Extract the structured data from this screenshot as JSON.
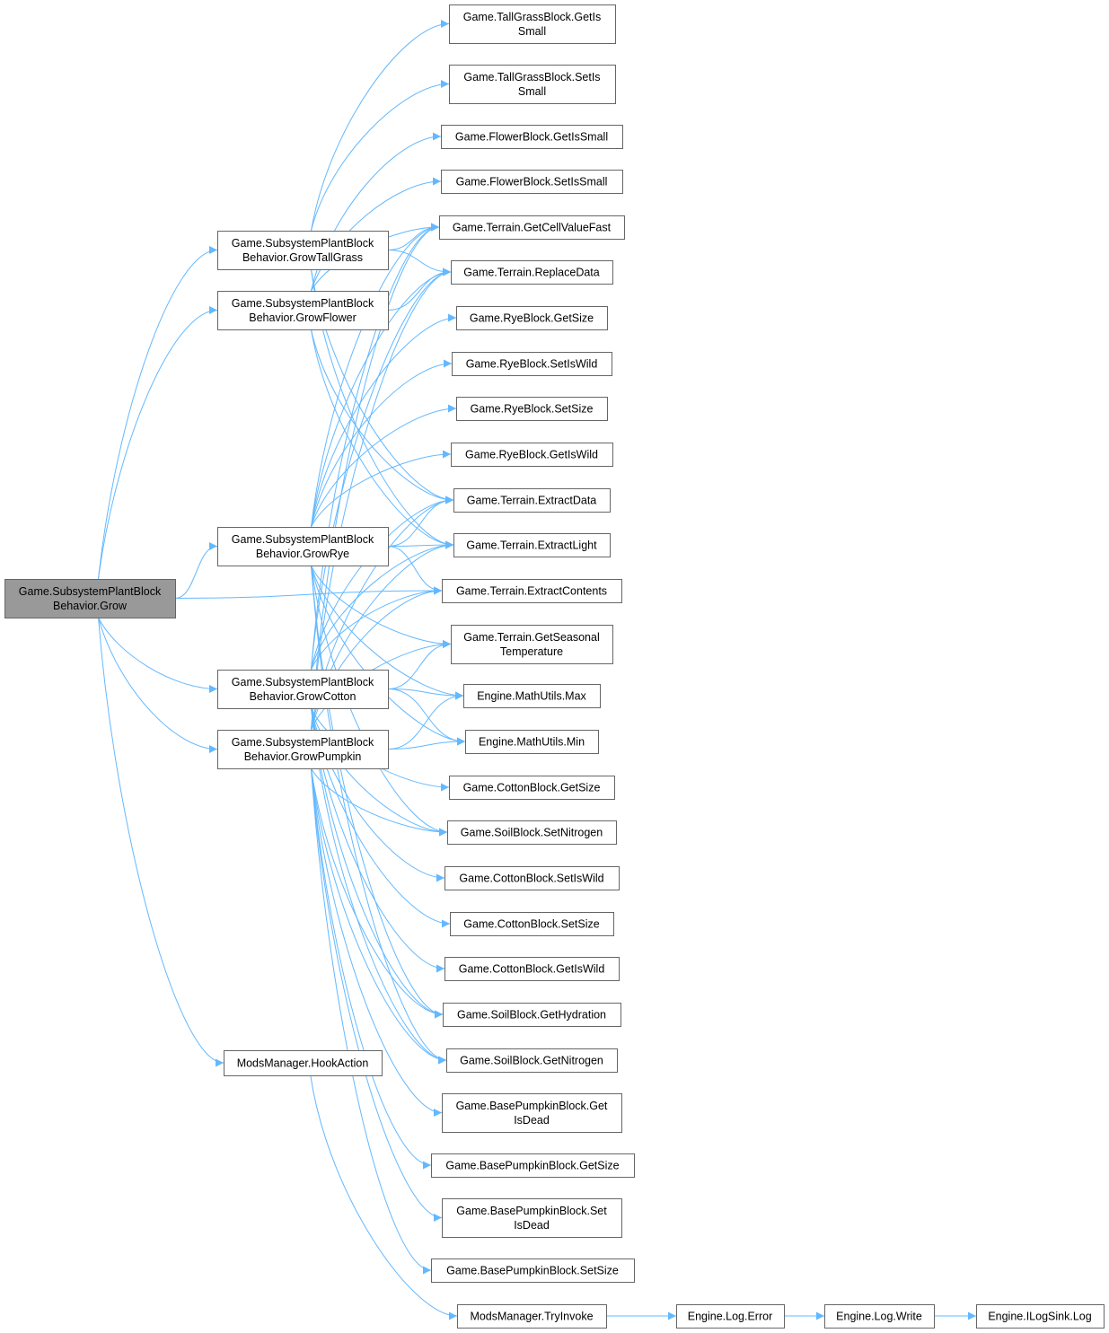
{
  "colors": {
    "edge": "#63b8ff",
    "node_fill": "#ffffff",
    "root_fill": "#999999",
    "border": "#666666"
  },
  "nodes": [
    {
      "id": "grow",
      "lines": [
        "Game.SubsystemPlantBlock",
        "Behavior.Grow"
      ],
      "root": true
    },
    {
      "id": "tallgrass",
      "lines": [
        "Game.SubsystemPlantBlock",
        "Behavior.GrowTallGrass"
      ]
    },
    {
      "id": "flower",
      "lines": [
        "Game.SubsystemPlantBlock",
        "Behavior.GrowFlower"
      ]
    },
    {
      "id": "rye",
      "lines": [
        "Game.SubsystemPlantBlock",
        "Behavior.GrowRye"
      ]
    },
    {
      "id": "cotton",
      "lines": [
        "Game.SubsystemPlantBlock",
        "Behavior.GrowCotton"
      ]
    },
    {
      "id": "pumpkin",
      "lines": [
        "Game.SubsystemPlantBlock",
        "Behavior.GrowPumpkin"
      ]
    },
    {
      "id": "hook",
      "lines": [
        "ModsManager.HookAction"
      ]
    },
    {
      "id": "tg_get",
      "lines": [
        "Game.TallGrassBlock.GetIs",
        "Small"
      ]
    },
    {
      "id": "tg_set",
      "lines": [
        "Game.TallGrassBlock.SetIs",
        "Small"
      ]
    },
    {
      "id": "fl_get",
      "lines": [
        "Game.FlowerBlock.GetIsSmall"
      ]
    },
    {
      "id": "fl_set",
      "lines": [
        "Game.FlowerBlock.SetIsSmall"
      ]
    },
    {
      "id": "gcvf",
      "lines": [
        "Game.Terrain.GetCellValueFast"
      ]
    },
    {
      "id": "repl",
      "lines": [
        "Game.Terrain.ReplaceData"
      ]
    },
    {
      "id": "rye_gs",
      "lines": [
        "Game.RyeBlock.GetSize"
      ]
    },
    {
      "id": "rye_siw",
      "lines": [
        "Game.RyeBlock.SetIsWild"
      ]
    },
    {
      "id": "rye_ss",
      "lines": [
        "Game.RyeBlock.SetSize"
      ]
    },
    {
      "id": "rye_giw",
      "lines": [
        "Game.RyeBlock.GetIsWild"
      ]
    },
    {
      "id": "exd",
      "lines": [
        "Game.Terrain.ExtractData"
      ]
    },
    {
      "id": "exl",
      "lines": [
        "Game.Terrain.ExtractLight"
      ]
    },
    {
      "id": "exc",
      "lines": [
        "Game.Terrain.ExtractContents"
      ]
    },
    {
      "id": "seas",
      "lines": [
        "Game.Terrain.GetSeasonal",
        "Temperature"
      ]
    },
    {
      "id": "max",
      "lines": [
        "Engine.MathUtils.Max"
      ]
    },
    {
      "id": "min",
      "lines": [
        "Engine.MathUtils.Min"
      ]
    },
    {
      "id": "co_gs",
      "lines": [
        "Game.CottonBlock.GetSize"
      ]
    },
    {
      "id": "setn",
      "lines": [
        "Game.SoilBlock.SetNitrogen"
      ]
    },
    {
      "id": "co_siw",
      "lines": [
        "Game.CottonBlock.SetIsWild"
      ]
    },
    {
      "id": "co_ss",
      "lines": [
        "Game.CottonBlock.SetSize"
      ]
    },
    {
      "id": "co_giw",
      "lines": [
        "Game.CottonBlock.GetIsWild"
      ]
    },
    {
      "id": "hyd",
      "lines": [
        "Game.SoilBlock.GetHydration"
      ]
    },
    {
      "id": "getn",
      "lines": [
        "Game.SoilBlock.GetNitrogen"
      ]
    },
    {
      "id": "pk_gid",
      "lines": [
        "Game.BasePumpkinBlock.Get",
        "IsDead"
      ]
    },
    {
      "id": "pk_gs",
      "lines": [
        "Game.BasePumpkinBlock.GetSize"
      ]
    },
    {
      "id": "pk_sid",
      "lines": [
        "Game.BasePumpkinBlock.Set",
        "IsDead"
      ]
    },
    {
      "id": "pk_ss",
      "lines": [
        "Game.BasePumpkinBlock.SetSize"
      ]
    },
    {
      "id": "try",
      "lines": [
        "ModsManager.TryInvoke"
      ]
    },
    {
      "id": "lerr",
      "lines": [
        "Engine.Log.Error"
      ]
    },
    {
      "id": "lwri",
      "lines": [
        "Engine.Log.Write"
      ]
    },
    {
      "id": "sink",
      "lines": [
        "Engine.ILogSink.Log"
      ]
    }
  ],
  "edges": [
    [
      "grow",
      "tallgrass"
    ],
    [
      "grow",
      "flower"
    ],
    [
      "grow",
      "rye"
    ],
    [
      "grow",
      "cotton"
    ],
    [
      "grow",
      "pumpkin"
    ],
    [
      "grow",
      "hook"
    ],
    [
      "grow",
      "exc"
    ],
    [
      "tallgrass",
      "tg_get"
    ],
    [
      "tallgrass",
      "tg_set"
    ],
    [
      "tallgrass",
      "gcvf"
    ],
    [
      "tallgrass",
      "repl"
    ],
    [
      "tallgrass",
      "exd"
    ],
    [
      "tallgrass",
      "exl"
    ],
    [
      "flower",
      "fl_get"
    ],
    [
      "flower",
      "fl_set"
    ],
    [
      "flower",
      "gcvf"
    ],
    [
      "flower",
      "repl"
    ],
    [
      "flower",
      "exd"
    ],
    [
      "flower",
      "exl"
    ],
    [
      "rye",
      "gcvf"
    ],
    [
      "rye",
      "repl"
    ],
    [
      "rye",
      "rye_gs"
    ],
    [
      "rye",
      "rye_siw"
    ],
    [
      "rye",
      "rye_ss"
    ],
    [
      "rye",
      "rye_giw"
    ],
    [
      "rye",
      "exd"
    ],
    [
      "rye",
      "exl"
    ],
    [
      "rye",
      "exc"
    ],
    [
      "rye",
      "seas"
    ],
    [
      "rye",
      "max"
    ],
    [
      "rye",
      "min"
    ],
    [
      "rye",
      "setn"
    ],
    [
      "rye",
      "hyd"
    ],
    [
      "rye",
      "getn"
    ],
    [
      "cotton",
      "gcvf"
    ],
    [
      "cotton",
      "repl"
    ],
    [
      "cotton",
      "exd"
    ],
    [
      "cotton",
      "exl"
    ],
    [
      "cotton",
      "exc"
    ],
    [
      "cotton",
      "seas"
    ],
    [
      "cotton",
      "max"
    ],
    [
      "cotton",
      "min"
    ],
    [
      "cotton",
      "co_gs"
    ],
    [
      "cotton",
      "setn"
    ],
    [
      "cotton",
      "co_siw"
    ],
    [
      "cotton",
      "co_ss"
    ],
    [
      "cotton",
      "co_giw"
    ],
    [
      "cotton",
      "hyd"
    ],
    [
      "cotton",
      "getn"
    ],
    [
      "pumpkin",
      "gcvf"
    ],
    [
      "pumpkin",
      "repl"
    ],
    [
      "pumpkin",
      "exd"
    ],
    [
      "pumpkin",
      "exl"
    ],
    [
      "pumpkin",
      "exc"
    ],
    [
      "pumpkin",
      "seas"
    ],
    [
      "pumpkin",
      "max"
    ],
    [
      "pumpkin",
      "min"
    ],
    [
      "pumpkin",
      "setn"
    ],
    [
      "pumpkin",
      "hyd"
    ],
    [
      "pumpkin",
      "getn"
    ],
    [
      "pumpkin",
      "pk_gid"
    ],
    [
      "pumpkin",
      "pk_gs"
    ],
    [
      "pumpkin",
      "pk_sid"
    ],
    [
      "pumpkin",
      "pk_ss"
    ],
    [
      "hook",
      "try"
    ],
    [
      "try",
      "lerr"
    ],
    [
      "lerr",
      "lwri"
    ],
    [
      "lwri",
      "sink"
    ]
  ]
}
